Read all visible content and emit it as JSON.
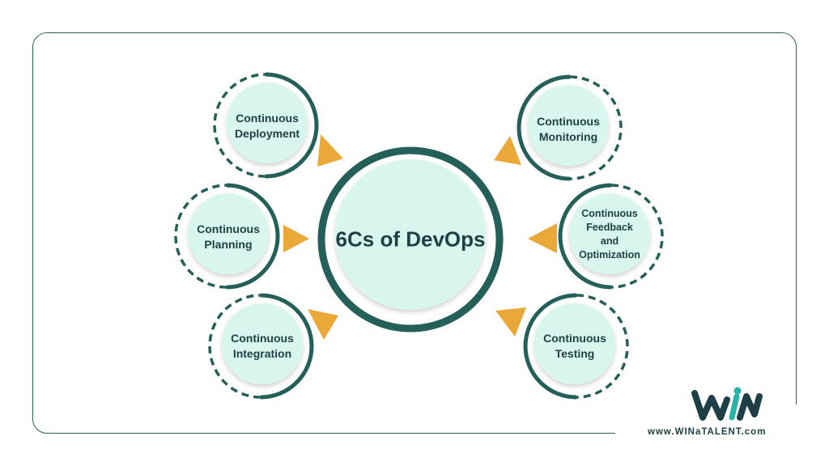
{
  "center": {
    "title": "6Cs of DevOps"
  },
  "nodes": [
    {
      "id": "deployment",
      "label": "Continuous\nDeployment"
    },
    {
      "id": "planning",
      "label": "Continuous\nPlanning"
    },
    {
      "id": "integration",
      "label": "Continuous\nIntegration"
    },
    {
      "id": "monitoring",
      "label": "Continuous\nMonitoring"
    },
    {
      "id": "feedback",
      "label": "Continuous\nFeedback\nand\nOptimization"
    },
    {
      "id": "testing",
      "label": "Continuous\nTesting"
    }
  ],
  "brand": {
    "url": "www.WINaTALENT.com"
  },
  "colors": {
    "ring": "#245f5a",
    "fill": "#d9f6ee",
    "arrow": "#e9a838",
    "text": "#1e3f45",
    "logo_teal": "#27b3a7"
  }
}
